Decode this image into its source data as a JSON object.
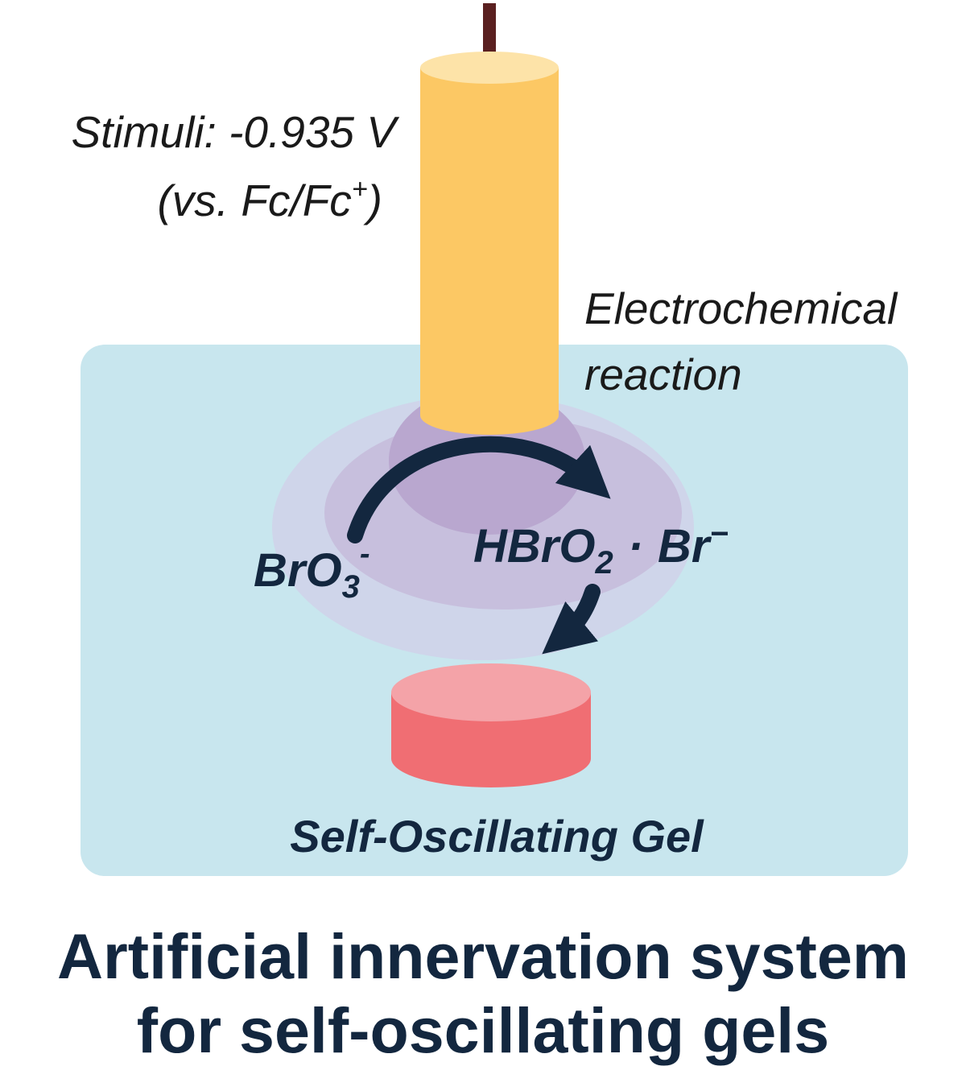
{
  "labels": {
    "stimuli_line1": "Stimuli: -0.935 V",
    "stimuli_line2": "(vs. Fc/Fc",
    "stimuli_plus": "+",
    "stimuli_close": ")",
    "electro_line1": "Electrochemical",
    "electro_line2": "reaction",
    "bromate": "BrO",
    "bromate_sub": "3",
    "bromate_sup": "-",
    "hbro2": "HBrO",
    "hbro2_sub": "2",
    "separator": "·",
    "bromide": "Br",
    "bromide_sup": "−",
    "gel_label": "Self-Oscillating Gel"
  },
  "caption": {
    "line1": "Artificial innervation system",
    "line2": "for self-oscillating gels"
  },
  "colors": {
    "tank": "#c8e6ee",
    "electrode_body": "#fcc864",
    "electrode_top": "#fde3a8",
    "wire": "#5a2020",
    "halo_outer": "#cfd5ea",
    "halo_inner": "#c7bfdd",
    "halo_core": "#b9a7cf",
    "gel_top": "#f4a3a8",
    "gel_side": "#f06e73",
    "arrow": "#13273f",
    "text_dark": "#13273f",
    "text_italic": "#1a1a1a"
  }
}
